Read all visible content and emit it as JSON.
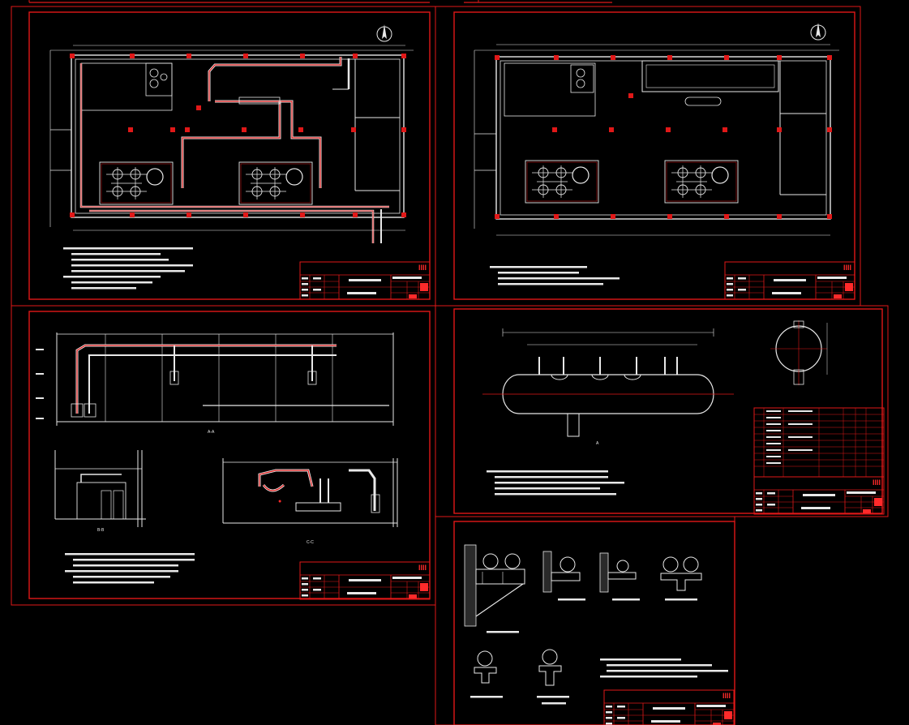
{
  "sheets": [
    {
      "id": "sheet-1",
      "kind": "boiler-room-plan-piping",
      "north_arrow": true
    },
    {
      "id": "sheet-2",
      "kind": "boiler-room-plan",
      "north_arrow": true
    },
    {
      "id": "sheet-3",
      "kind": "pipe-sections"
    },
    {
      "id": "sheet-4",
      "kind": "header-vessel-detail"
    },
    {
      "id": "sheet-5",
      "kind": "pipe-support-details"
    }
  ],
  "colors": {
    "background": "#000000",
    "border": "#e01818",
    "linework": "#e8e8e8",
    "pipe": "#ff3030"
  }
}
